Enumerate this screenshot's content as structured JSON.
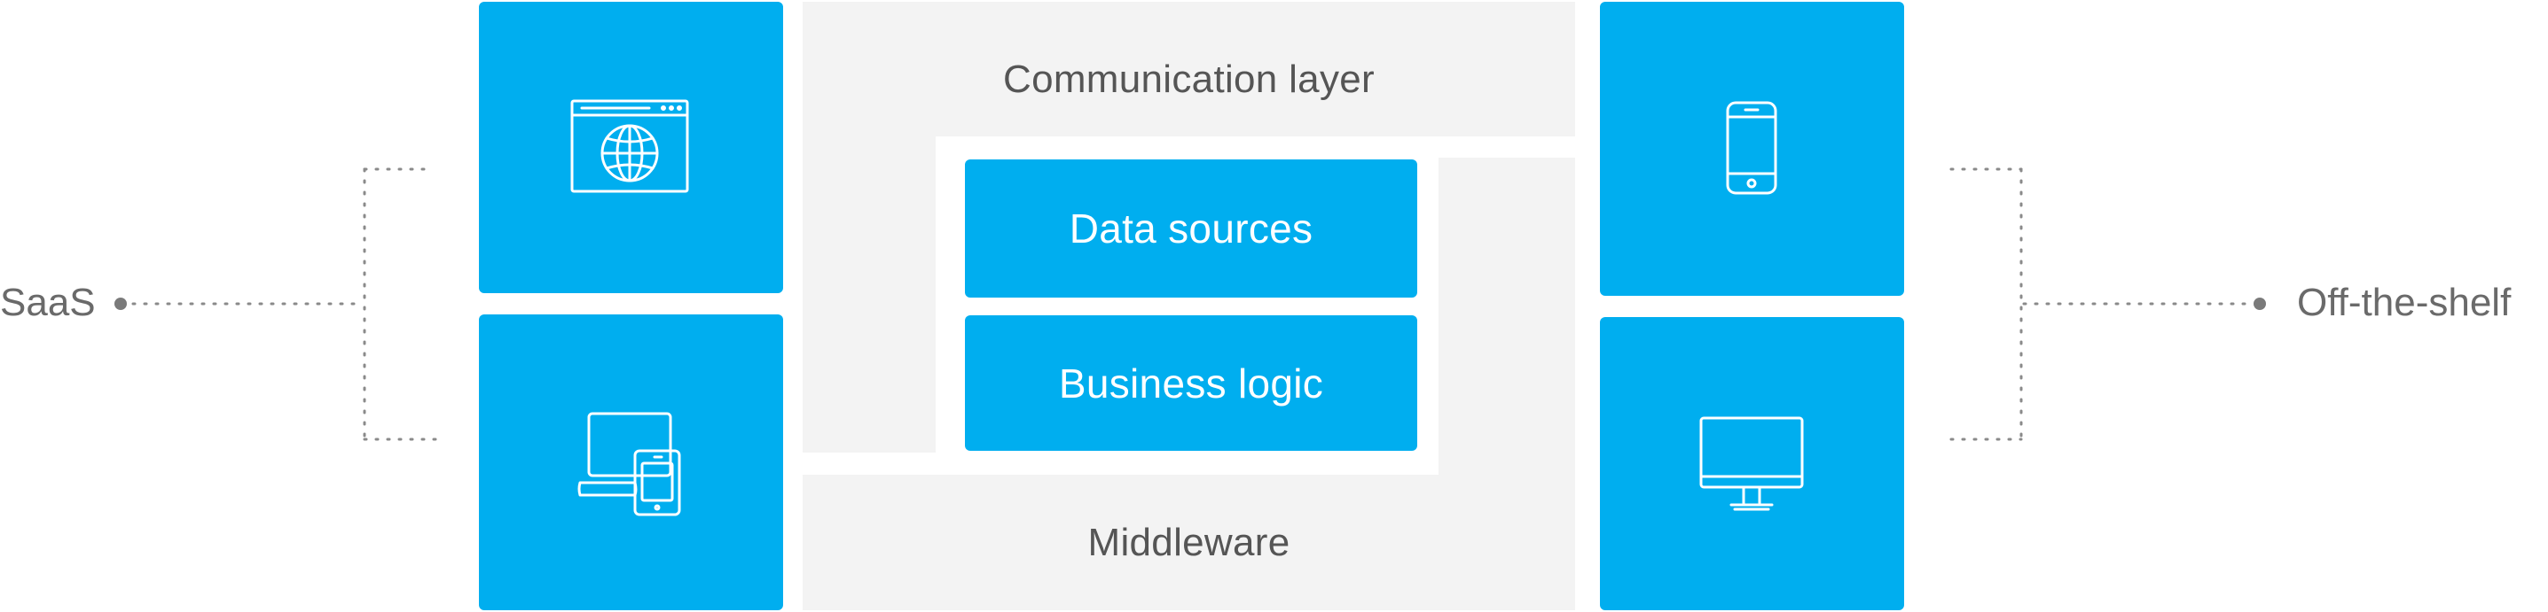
{
  "left": {
    "label": "SaaS"
  },
  "right": {
    "label": "Off-the-shelf"
  },
  "layers": {
    "top": "Communication layer",
    "bottom": "Middleware"
  },
  "core": {
    "first": "Data sources",
    "second": "Business logic"
  },
  "icons": {
    "top_left": "browser-globe-icon",
    "bottom_left": "laptop-tablet-icon",
    "top_right": "smartphone-icon",
    "bottom_right": "desktop-monitor-icon"
  },
  "colors": {
    "tile_blue": "#00aeef",
    "layer_grey": "#f3f3f3",
    "text_grey": "#555555"
  }
}
